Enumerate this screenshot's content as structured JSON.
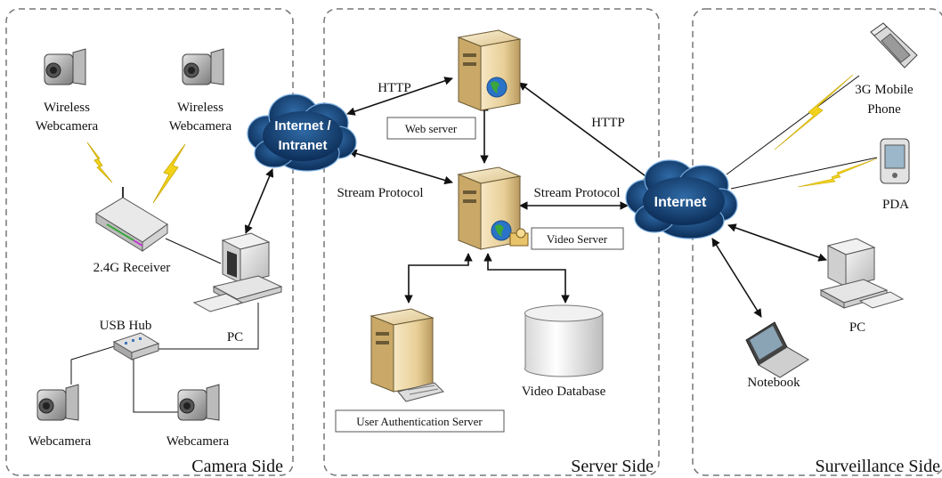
{
  "sections": {
    "camera_side": "Camera Side",
    "server_side": "Server Side",
    "surveillance_side": "Surveillance Side"
  },
  "clouds": {
    "intranet_line1": "Internet /",
    "intranet_line2": "Intranet",
    "internet": "Internet"
  },
  "camera": {
    "wireless_cam_1_line1": "Wireless",
    "wireless_cam_1_line2": "Webcamera",
    "wireless_cam_2_line1": "Wireless",
    "wireless_cam_2_line2": "Webcamera",
    "receiver": "2.4G Receiver",
    "usb_hub": "USB Hub",
    "pc": "PC",
    "webcam_1": "Webcamera",
    "webcam_2": "Webcamera"
  },
  "server": {
    "web_server": "Web server",
    "video_server": "Video Server",
    "user_auth_server": "User Authentication Server",
    "video_database": "Video Database",
    "http_left": "HTTP",
    "http_right": "HTTP",
    "stream_left": "Stream Protocol",
    "stream_right": "Stream Protocol"
  },
  "surveillance": {
    "mobile_line1": "3G Mobile",
    "mobile_line2": "Phone",
    "pda": "PDA",
    "pc": "PC",
    "notebook": "Notebook"
  }
}
